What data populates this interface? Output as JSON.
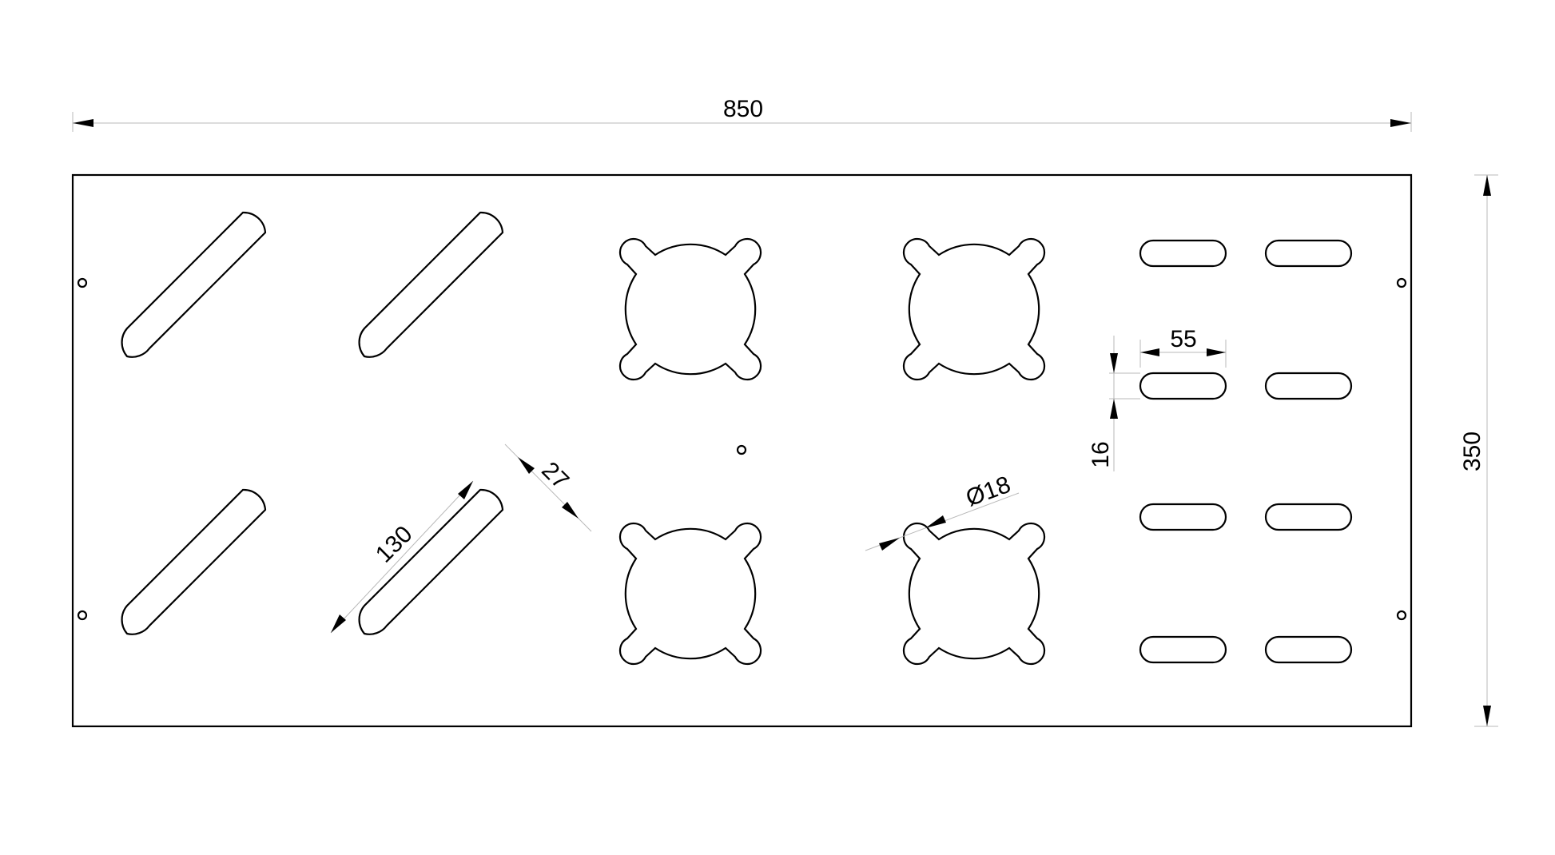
{
  "dimensions": {
    "total_width": "850",
    "total_height": "350",
    "slot_length": "130",
    "slot_width": "27",
    "lobe_diameter": "Ø18",
    "small_slot_length": "55",
    "small_slot_spacing": "16"
  },
  "colors": {
    "line": "#000000",
    "dimension_line": "#b8b8b8",
    "background": "#ffffff"
  }
}
